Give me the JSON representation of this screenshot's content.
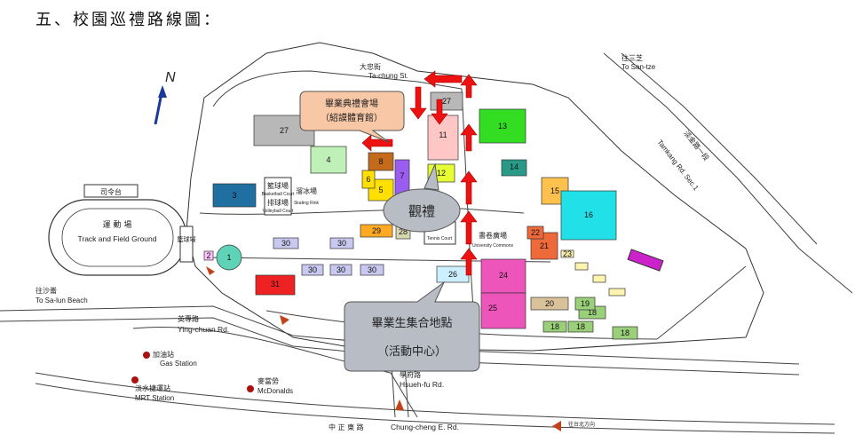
{
  "title": "五、校園巡禮路線圖：",
  "callouts": {
    "ceremony_venue_line1": "畢業典禮會場",
    "ceremony_venue_line2": "（紹謨體育館）",
    "viewing": "觀禮",
    "assembly_line1": "畢業生集合地點",
    "assembly_line2": "（活動中心）"
  },
  "roads": {
    "tachung_zh": "大忠街",
    "tachung_en": "Ta-chung St.",
    "to_santze_zh": "往三芝",
    "to_santze_en": "To San-tze",
    "tamkang_rd_zh": "淡金路一段",
    "tamkang_rd_en": "Tamkang Rd. Sec.1",
    "to_salun_zh": "往沙崙",
    "to_salun_en": "To Sa-lun Beach",
    "yingchuan_zh": "英專路",
    "yingchuan_en": "Ying-chuan Rd.",
    "hsuehfu_zh": "學府路",
    "hsuehfu_en": "Hsueh-fu Rd.",
    "chungcheng_zh": "中 正 東 路",
    "chungcheng_en": "Chung-cheng E. Rd.",
    "to_taipei": "往台北方向"
  },
  "places": {
    "gas_zh": "加油站",
    "gas_en": "Gas Station",
    "mcd_zh": "麥當勞",
    "mcd_en": "McDonalds",
    "mrt_zh": "淡水捷運站",
    "mrt_en": "MRT Station",
    "track_zh": "運 動 場",
    "track_en": "Track and Field Ground",
    "basketball_zh": "籃球場",
    "basketball_en": "Basketball Court",
    "volleyball_zh": "排球場",
    "volleyball_en": "Volleyball Court",
    "skating_zh": "溜冰場",
    "skating_en": "Skating Rink",
    "commons_zh": "書卷廣場",
    "commons_en": "University Commons",
    "tennis_en": "Tennis Court",
    "kejintai": "司令台",
    "baseball_zh": "籃球場",
    "north": "N"
  },
  "buildings": [
    {
      "id": "1",
      "color": "#5fd3b8"
    },
    {
      "id": "3",
      "color": "#1f6fa0"
    },
    {
      "id": "4",
      "color": "#bff0b8"
    },
    {
      "id": "5",
      "color": "#ffe000"
    },
    {
      "id": "6",
      "color": "#ffe000"
    },
    {
      "id": "7",
      "color": "#9b5cf0"
    },
    {
      "id": "8",
      "color": "#c46a1b"
    },
    {
      "id": "11",
      "color": "#ffc6c6"
    },
    {
      "id": "12",
      "color": "#e6ff33"
    },
    {
      "id": "13",
      "color": "#33dd22"
    },
    {
      "id": "14",
      "color": "#2a9a88"
    },
    {
      "id": "15",
      "color": "#ffc14d"
    },
    {
      "id": "16",
      "color": "#22e0e8"
    },
    {
      "id": "18",
      "color": "#9ad07a"
    },
    {
      "id": "19",
      "color": "#9ad07a"
    },
    {
      "id": "20",
      "color": "#d9c29a"
    },
    {
      "id": "21",
      "color": "#ee6a3a"
    },
    {
      "id": "22",
      "color": "#ee6a3a"
    },
    {
      "id": "23",
      "color": "#fff3b0"
    },
    {
      "id": "24",
      "color": "#ee55bb"
    },
    {
      "id": "25",
      "color": "#ee55bb"
    },
    {
      "id": "26",
      "color": "#ccf0ff"
    },
    {
      "id": "27",
      "color": "#b8b8b8"
    },
    {
      "id": "28",
      "color": "#d8d8b0"
    },
    {
      "id": "29",
      "color": "#ffaa22"
    },
    {
      "id": "30",
      "color": "#c8c8f0"
    },
    {
      "id": "31",
      "color": "#ee2222"
    },
    {
      "id": "2",
      "color": "#ffc0ff"
    }
  ],
  "accent": {
    "arrow": "#ee1111",
    "callout_fill": "#f7c7a6",
    "callout_grey": "#b8bcc4",
    "purple": "#cc22cc"
  }
}
